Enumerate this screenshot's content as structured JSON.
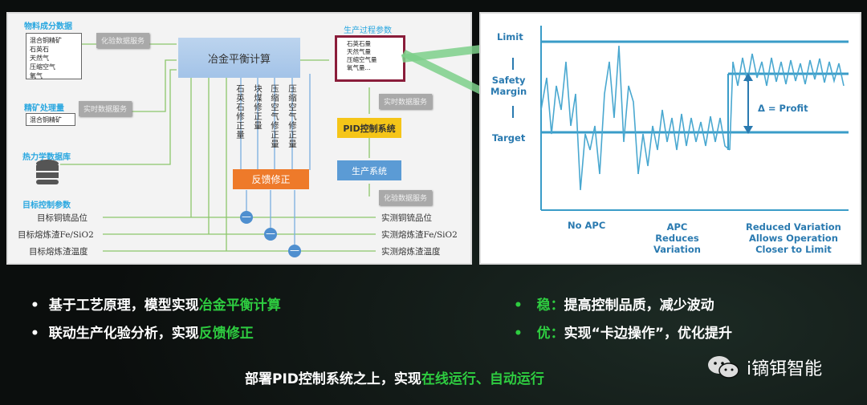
{
  "left": {
    "material_title": "物料成分数据",
    "material_items": [
      "混合铜精矿",
      "石英石",
      "天然气",
      "压缩空气",
      "氧气"
    ],
    "lab_service": "化验数据服务",
    "concentrate_title": "精矿处理量",
    "concentrate_item": "混合铜精矿",
    "realtime_service": "实时数据服务",
    "thermo_title": "热力学数据库",
    "target_title": "目标控制参数",
    "targets": [
      "目标铜锍品位",
      "目标熔炼渣Fe/SiO2",
      "目标熔炼渣温度"
    ],
    "balance_calc": "冶金平衡计算",
    "corrections": [
      "石英石修正量",
      "块煤修正量",
      "压缩空气修正量",
      "压缩空气修正量"
    ],
    "feedback": "反馈修正",
    "process_title": "生产过程参数",
    "process_items": [
      "石英石量",
      "天然气量",
      "压缩空气量",
      "氧气量..."
    ],
    "realtime_service2": "实时数据服务",
    "pid": "PID控制系统",
    "production": "生产系统",
    "lab_service2": "化验数据服务",
    "measured": [
      "实测铜锍品位",
      "实测熔炼渣Fe/SiO2",
      "实测熔炼渣温度"
    ],
    "minus": "—"
  },
  "right": {
    "limit": "Limit",
    "safety_margin": "Safety\nMargin",
    "target": "Target",
    "profit": "Δ = Profit",
    "no_apc": "No APC",
    "apc": "APC\nReduces\nVariation",
    "reduced": "Reduced Variation\nAllows Operation\nCloser to Limit"
  },
  "bullets": {
    "b1_pre": "基于工艺原理，模型实现",
    "b1_hl": "冶金平衡计算",
    "b2_pre": "联动生产化验分析，实现",
    "b2_hl": "反馈修正",
    "b3_hl": "稳：",
    "b3_post": "提高控制品质，减少波动",
    "b4_hl": "优：",
    "b4_post": "实现“卡边操作”，优化提升",
    "bottom_pre": "部署PID控制系统之上，实现",
    "bottom_hl": "在线运行、自动运行",
    "brand": "i镝铒智能",
    "bullet": "•"
  },
  "colors": {
    "green": "#2ecc40",
    "line": "#3a9cc8"
  }
}
